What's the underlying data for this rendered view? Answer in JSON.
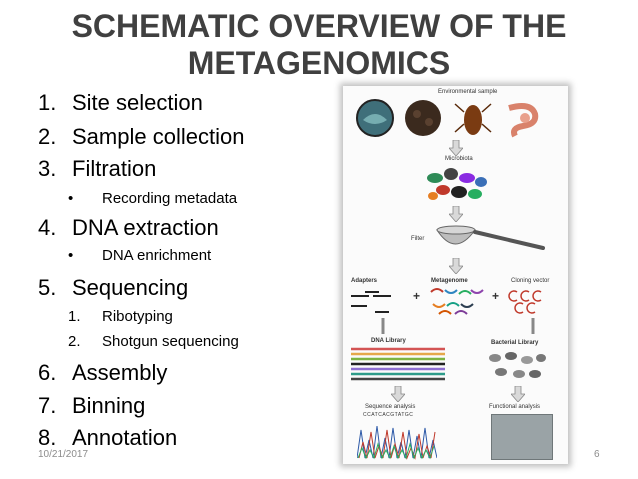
{
  "slide": {
    "title_line1": "SCHEMATIC OVERVIEW OF THE",
    "title_line2": "METAGENOMICS",
    "items": [
      {
        "num": "1.",
        "label": "Site selection"
      },
      {
        "num": "2.",
        "label": "Sample collection"
      },
      {
        "num": "3.",
        "label": "Filtration"
      },
      {
        "num": "4.",
        "label": "DNA extraction"
      },
      {
        "num": "5.",
        "label": "Sequencing"
      },
      {
        "num": "6.",
        "label": "Assembly"
      },
      {
        "num": "7.",
        "label": "Binning"
      },
      {
        "num": "8.",
        "label": "Annotation"
      }
    ],
    "subitems": [
      {
        "mark": "•",
        "label": "Recording metadata"
      },
      {
        "mark": "•",
        "label": "DNA enrichment"
      },
      {
        "mark": "1.",
        "label": "Ribotyping"
      },
      {
        "mark": "2.",
        "label": "Shotgun sequencing"
      }
    ],
    "date": "10/21/2017",
    "page": "6"
  },
  "figure": {
    "environmental_sample": "Environmental sample",
    "microbiota": "Microbiota",
    "filter": "Filter",
    "adapters": "Adapters",
    "metagenome": "Metagenome",
    "cloning_vector": "Cloning vector",
    "dna_library": "DNA Library",
    "bacterial_library": "Bacterial Library",
    "sequence_analysis": "Sequence analysis",
    "functional_analysis": "Functional analysis",
    "sequence_text": "CCATCACGTATGC",
    "plus": "+"
  }
}
